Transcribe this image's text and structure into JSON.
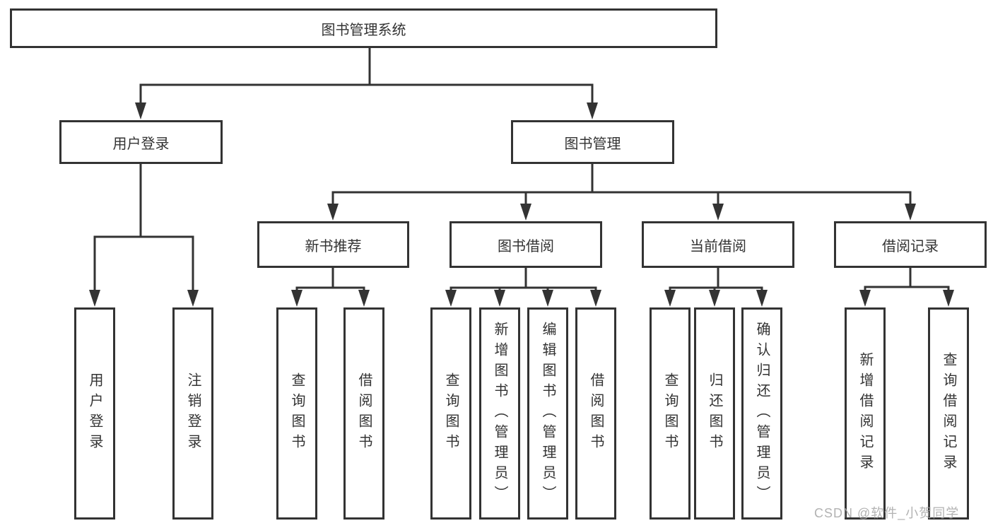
{
  "nodes": {
    "root": {
      "label": "图书管理系统"
    },
    "level2": [
      {
        "label": "用户登录"
      },
      {
        "label": "图书管理"
      }
    ],
    "level3": [
      {
        "label": "新书推荐"
      },
      {
        "label": "图书借阅"
      },
      {
        "label": "当前借阅"
      },
      {
        "label": "借阅记录"
      }
    ],
    "leaves": [
      {
        "label": "用户登录"
      },
      {
        "label": "注销登录"
      },
      {
        "label": "查询图书"
      },
      {
        "label": "借阅图书"
      },
      {
        "label": "查询图书"
      },
      {
        "label": "新增图书（管理员）"
      },
      {
        "label": "编辑图书（管理员）"
      },
      {
        "label": "借阅图书"
      },
      {
        "label": "查询图书"
      },
      {
        "label": "归还图书"
      },
      {
        "label": "确认归还（管理员）"
      },
      {
        "label": "新增借阅记录"
      },
      {
        "label": "查询借阅记录"
      }
    ]
  },
  "watermark": {
    "text": "CSDN @软件_小贺同学",
    "color": "#a4a4a4"
  },
  "colors": {
    "line": "#333333",
    "box_border": "#333333",
    "text": "#333333",
    "background": "#ffffff"
  }
}
